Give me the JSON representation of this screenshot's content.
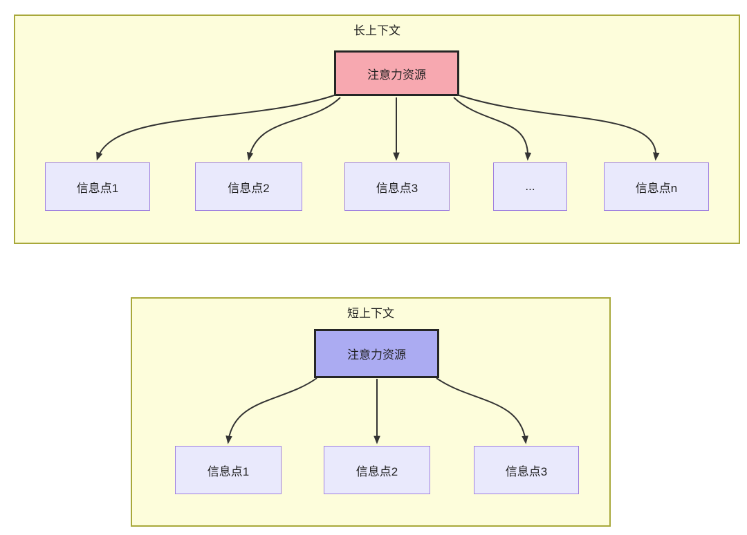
{
  "diagrams": [
    {
      "id": "long-context",
      "title": "长上下文",
      "source": {
        "label": "注意力资源",
        "fill": "#F7A8B0"
      },
      "targets": [
        {
          "label": "信息点1"
        },
        {
          "label": "信息点2"
        },
        {
          "label": "信息点3"
        },
        {
          "label": "..."
        },
        {
          "label": "信息点n"
        }
      ],
      "edges": [
        {
          "from": "注意力资源",
          "to": "信息点1"
        },
        {
          "from": "注意力资源",
          "to": "信息点2"
        },
        {
          "from": "注意力资源",
          "to": "信息点3"
        },
        {
          "from": "注意力资源",
          "to": "..."
        },
        {
          "from": "注意力资源",
          "to": "信息点n"
        }
      ]
    },
    {
      "id": "short-context",
      "title": "短上下文",
      "source": {
        "label": "注意力资源",
        "fill": "#ABABF2"
      },
      "targets": [
        {
          "label": "信息点1"
        },
        {
          "label": "信息点2"
        },
        {
          "label": "信息点3"
        }
      ],
      "edges": [
        {
          "from": "注意力资源",
          "to": "信息点1"
        },
        {
          "from": "注意力资源",
          "to": "信息点2"
        },
        {
          "from": "注意力资源",
          "to": "信息点3"
        }
      ]
    }
  ],
  "colors": {
    "panel_fill": "#FDFDDB",
    "panel_border": "#A8A83A",
    "source_long_fill": "#F7A8B0",
    "source_short_fill": "#ABABF2",
    "source_border": "#262626",
    "info_fill": "#E9E9FC",
    "info_border": "#9F7FDF",
    "edge_stroke": "#333333",
    "text": "#1f1f1f",
    "page_background": "#ffffff"
  }
}
